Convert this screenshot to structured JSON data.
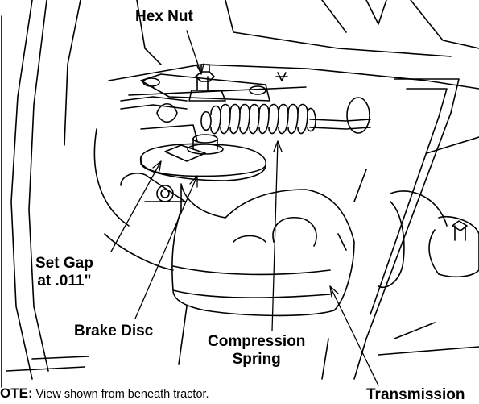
{
  "labels": {
    "hex_nut": "Hex Nut",
    "set_gap_line1": "Set Gap",
    "set_gap_line2": "at .011\"",
    "brake_disc": "Brake Disc",
    "compression_line1": "Compression",
    "compression_line2": "Spring",
    "transmission": "Transmission"
  },
  "note": {
    "lead": "OTE:",
    "text": "View shown from beneath tractor."
  },
  "colors": {
    "ink": "#000000",
    "paper": "#ffffff"
  }
}
